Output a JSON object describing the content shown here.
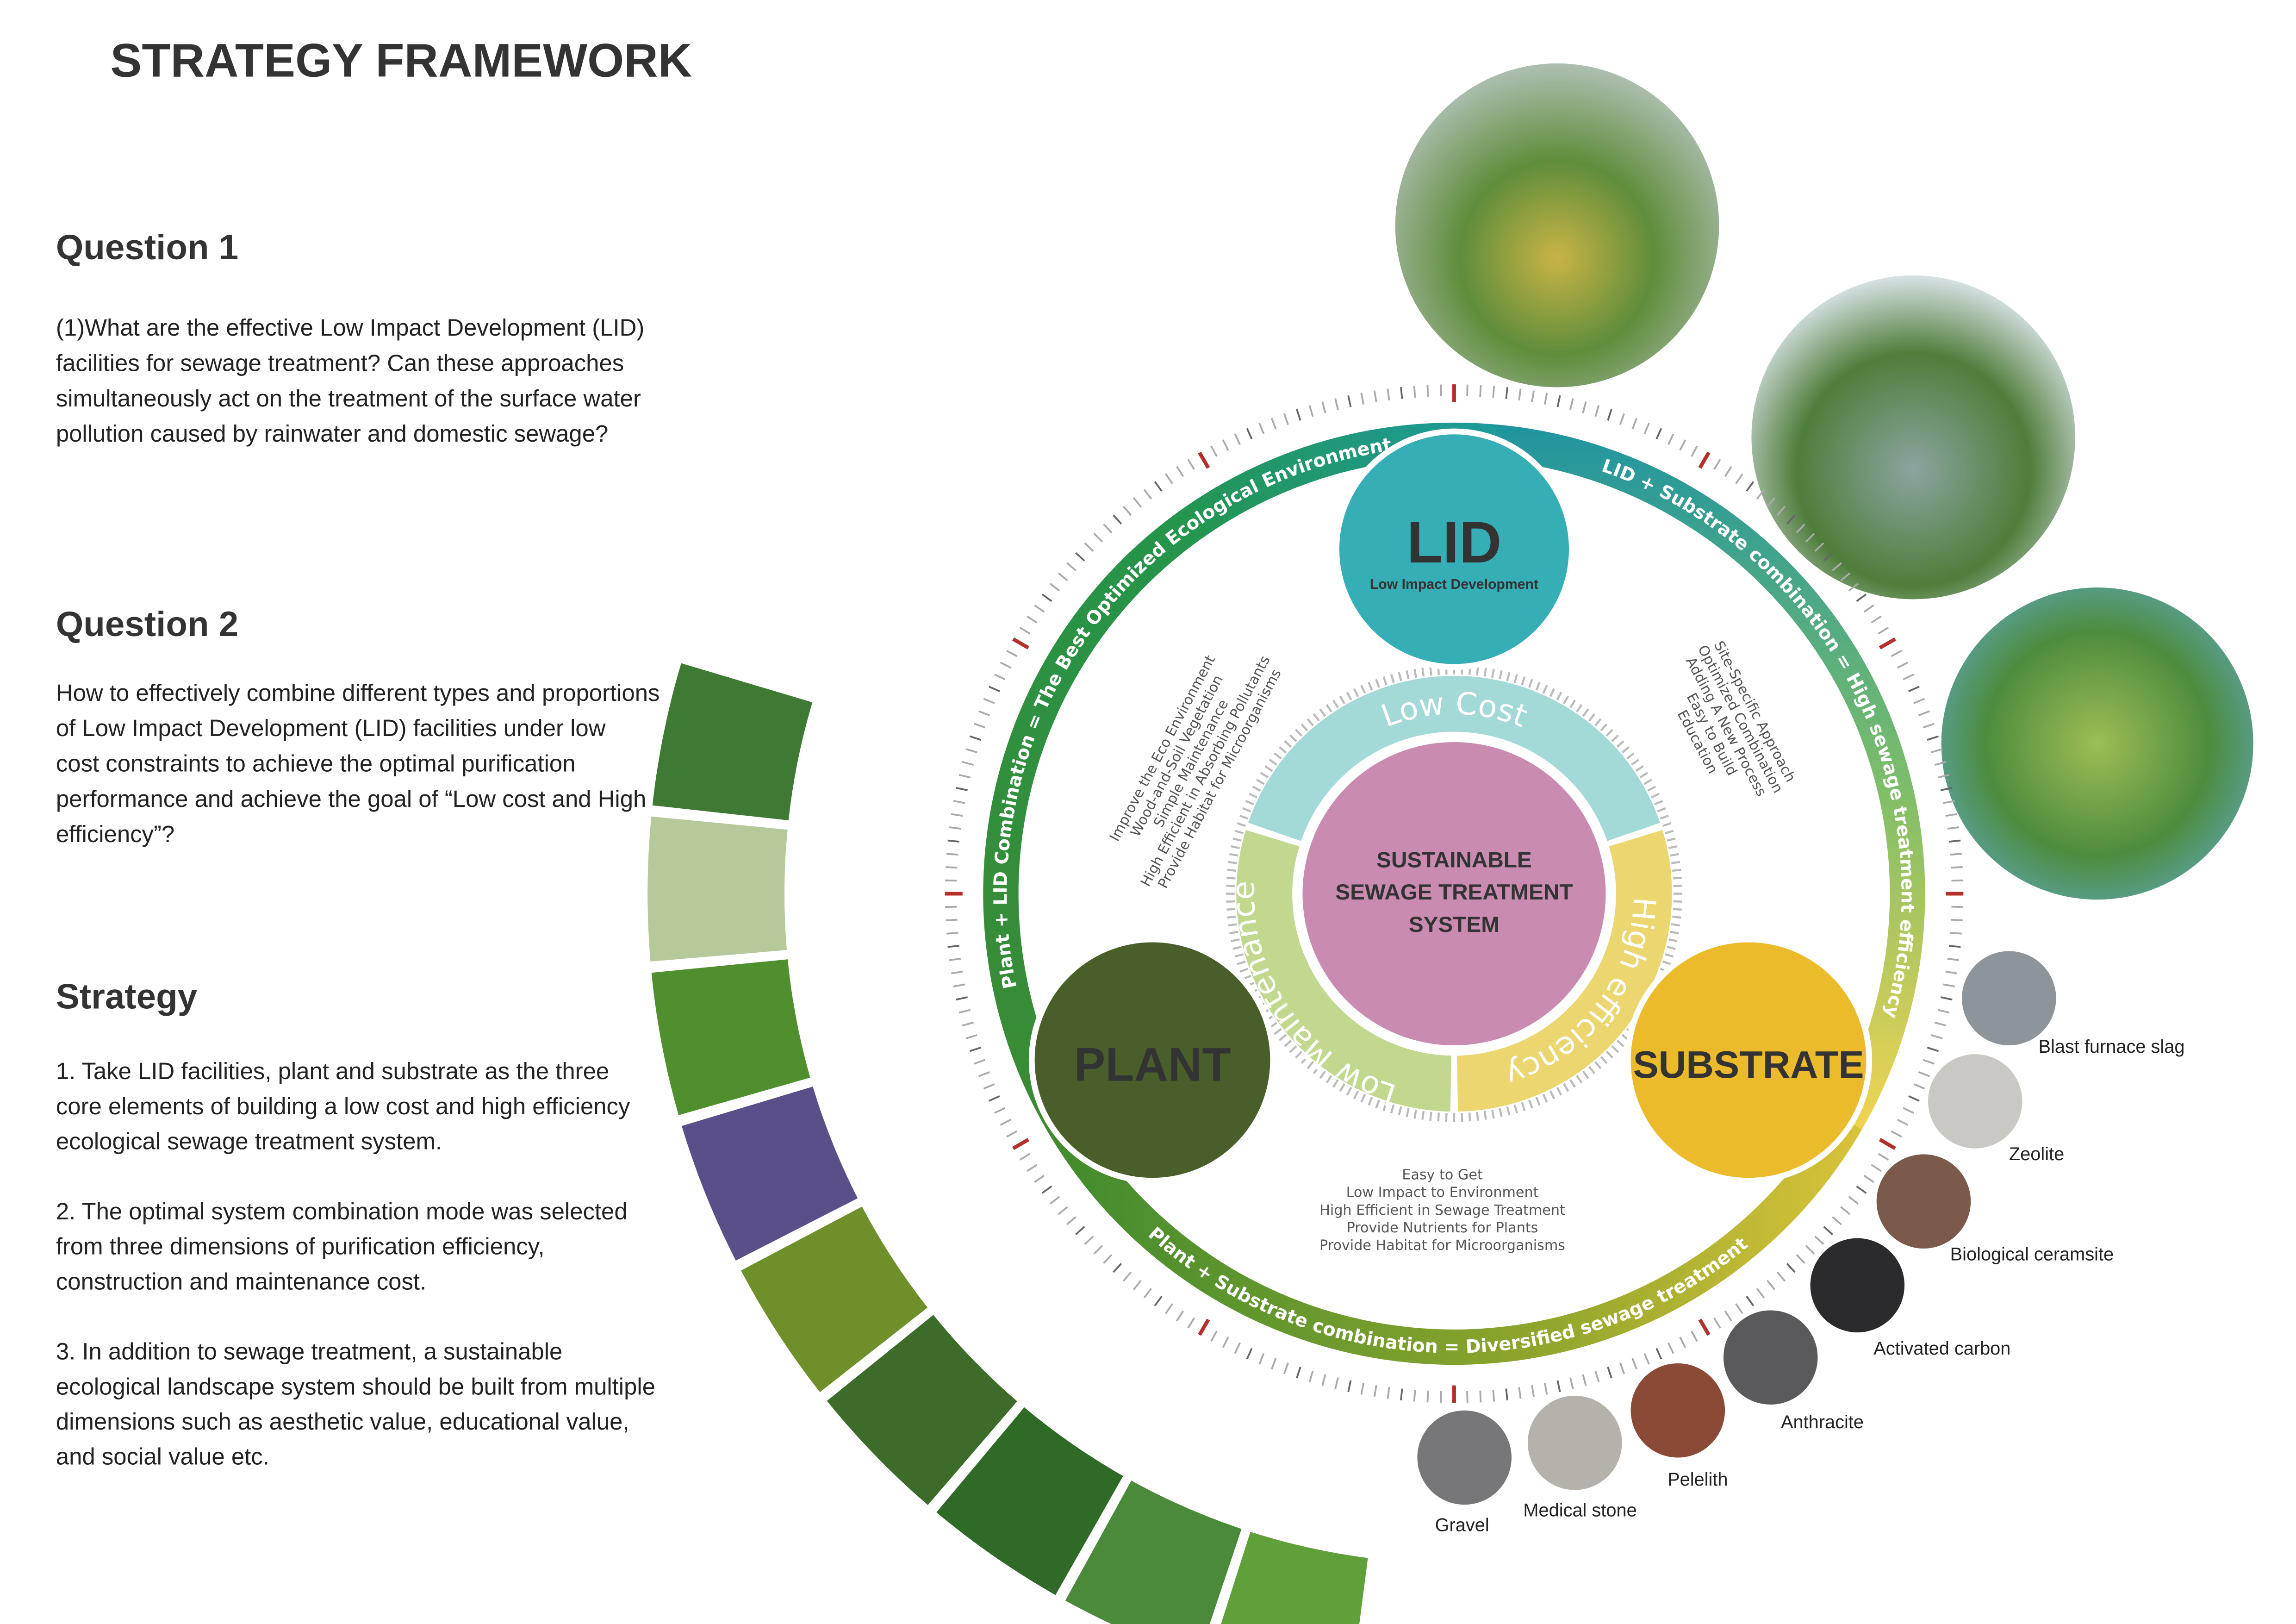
{
  "title": "STRATEGY FRAMEWORK",
  "question1": {
    "heading": "Question 1",
    "lines": [
      "(1)What are the effective Low Impact Development (LID)",
      "facilities for sewage treatment? Can these approaches",
      "simultaneously act on the treatment of the surface water",
      "pollution caused by rainwater and domestic sewage?"
    ]
  },
  "question2": {
    "heading": "Question 2",
    "lines": [
      "How to effectively combine different types and proportions",
      "of Low Impact Development (LID) facilities under low",
      "cost constraints to achieve the optimal purification",
      "performance and achieve the goal of “Low cost and High",
      "efficiency”?"
    ]
  },
  "strategy": {
    "heading": "Strategy",
    "lines": [
      "1. Take LID facilities, plant and substrate as the three",
      "core elements of building a low cost and high efficiency",
      "ecological sewage treatment system.",
      "",
      "2. The optimal system combination mode was selected",
      "from three dimensions of purification efficiency,",
      "construction and maintenance cost.",
      "",
      "3. In addition to sewage treatment, a sustainable",
      "ecological landscape system should be built from multiple",
      "dimensions such as aesthetic value, educational value,",
      "and social value etc."
    ]
  },
  "diagram": {
    "center": [
      "SUSTAINABLE",
      "SEWAGE TREATMENT",
      "SYSTEM"
    ],
    "ring": {
      "low_cost": "Low Cost",
      "high_efficiency": "High efficiency",
      "low_maintenance": "Low Maintenance"
    },
    "lid": {
      "title": "LID",
      "subtitle": "Low Impact Development"
    },
    "plant": {
      "title": "PLANT"
    },
    "substrate": {
      "title": "SUBSTRATE"
    },
    "arcs": {
      "plant_lid": "Plant + LID Combination = The Best Optimized Ecological Environment",
      "lid_substrate": "LID + Substrate combination = High sewage treatment efficiency",
      "plant_substrate": "Plant + Substrate combination = Diversified sewage treatment"
    },
    "plant_features": [
      "Improve the Eco Environment",
      "Wood-and-Soil Vegetation",
      "Simple Maintenance",
      "High Efficient in Absorbing Pollutants",
      "Provide Habitat for Microorganisms"
    ],
    "lid_features": [
      "Site-Specific Approach",
      "Optimized Combination",
      "Adding A New Process",
      "Easy to Build",
      "Education"
    ],
    "substrate_features": [
      "Easy to Get",
      "Low Impact to Environment",
      "High Efficient in Sewage Treatment",
      "Provide Nutrients for Plants",
      "Provide Habitat for Microorganisms"
    ],
    "substrates": [
      "Blast furnace slag",
      "Zeolite",
      "Biological ceramsite",
      "Activated carbon",
      "Anthracite",
      "Pelelith",
      "Medical stone",
      "Gravel"
    ]
  },
  "colors": {
    "lid": "#36aeb5",
    "plant": "#4a5e2a",
    "substrate": "#ecbb2c",
    "center": "#c98bb0",
    "low_cost": "#a3d9d6",
    "high_eff": "#ecd66f",
    "low_maint": "#c2d88e"
  }
}
